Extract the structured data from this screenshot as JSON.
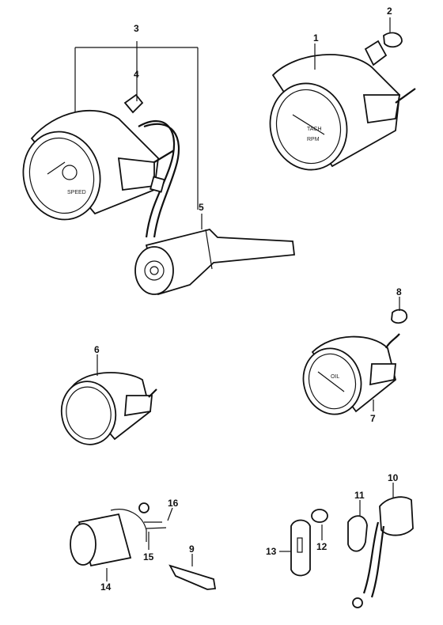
{
  "callouts": {
    "c1": "1",
    "c2": "2",
    "c3": "3",
    "c4": "4",
    "c5": "5",
    "c6": "6",
    "c7": "7",
    "c8": "8",
    "c9": "9",
    "c10": "10",
    "c11": "11",
    "c12": "12",
    "c13": "13",
    "c14": "14",
    "c15": "15",
    "c16": "16"
  },
  "dial_text": {
    "speedometer": "SPEED",
    "tachometer_line1": "TACH",
    "tachometer_line2": "RPM",
    "oil_gauge": "OIL"
  }
}
